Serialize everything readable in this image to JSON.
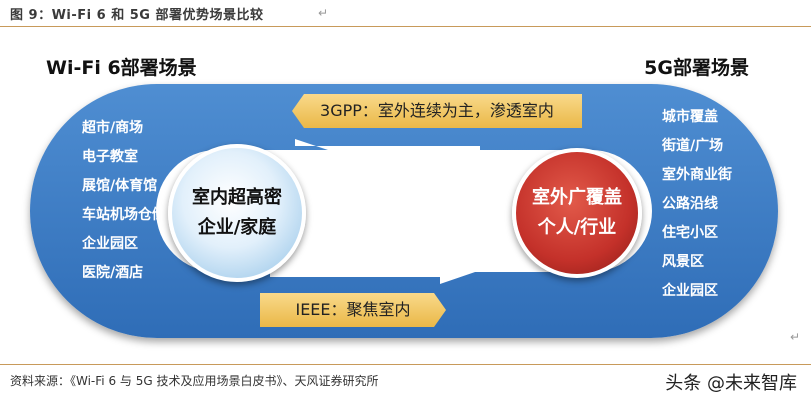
{
  "caption": "图 9：Wi-Fi 6 和 5G 部署优势场景比较",
  "left_header": "Wi-Fi 6部署场景",
  "right_header": "5G部署场景",
  "left_items": [
    "超市/商场",
    "电子教室",
    "展馆/体育馆",
    "车站机场仓储",
    "企业园区",
    "医院/酒店"
  ],
  "right_items": [
    "城市覆盖",
    "街道/广场",
    "室外商业街",
    "公路沿线",
    "住宅小区",
    "风景区",
    "企业园区"
  ],
  "left_circle": {
    "line1": "室内超高密",
    "line2": "企业/家庭"
  },
  "right_circle": {
    "line1": "室外广覆盖",
    "line2": "个人/行业"
  },
  "top_arrow_label": "3GPP：室外连续为主，渗透室内",
  "bottom_arrow_label": "IEEE：聚焦室内",
  "source": "资料来源：《Wi-Fi 6 与 5G 技术及应用场景白皮书》、天风证券研究所",
  "watermark": "头条 @未来智库",
  "colors": {
    "track_blue": "#3a7cc6",
    "wifi_circle": "#cfe6f7",
    "fiveg_circle": "#c4312a",
    "arrow_label": "#f1c560",
    "rule_line": "#c89a5a"
  }
}
